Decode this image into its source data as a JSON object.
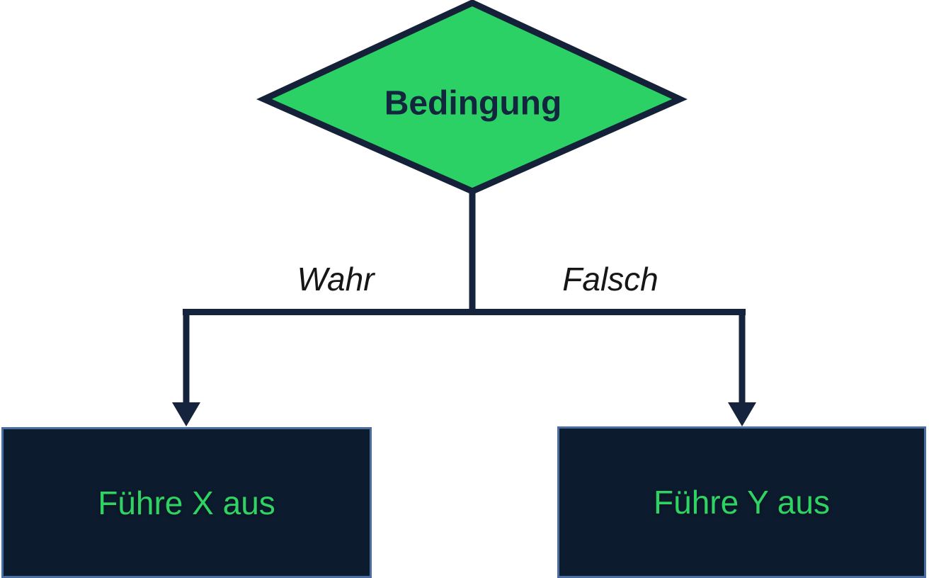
{
  "diagram": {
    "condition": {
      "label": "Bedingung"
    },
    "branches": {
      "true": {
        "label": "Wahr",
        "action": "Führe X aus"
      },
      "false": {
        "label": "Falsch",
        "action": "Führe Y aus"
      }
    },
    "colors": {
      "background": "#ffffff",
      "diamond_fill": "#2bd165",
      "diamond_border": "#142138",
      "line": "#15233c",
      "condition_text": "#12263e",
      "branch_label": "#161616",
      "box_fill": "#0d1b2e",
      "box_border": "#4a6e9f",
      "box_text": "#2ed363"
    }
  }
}
